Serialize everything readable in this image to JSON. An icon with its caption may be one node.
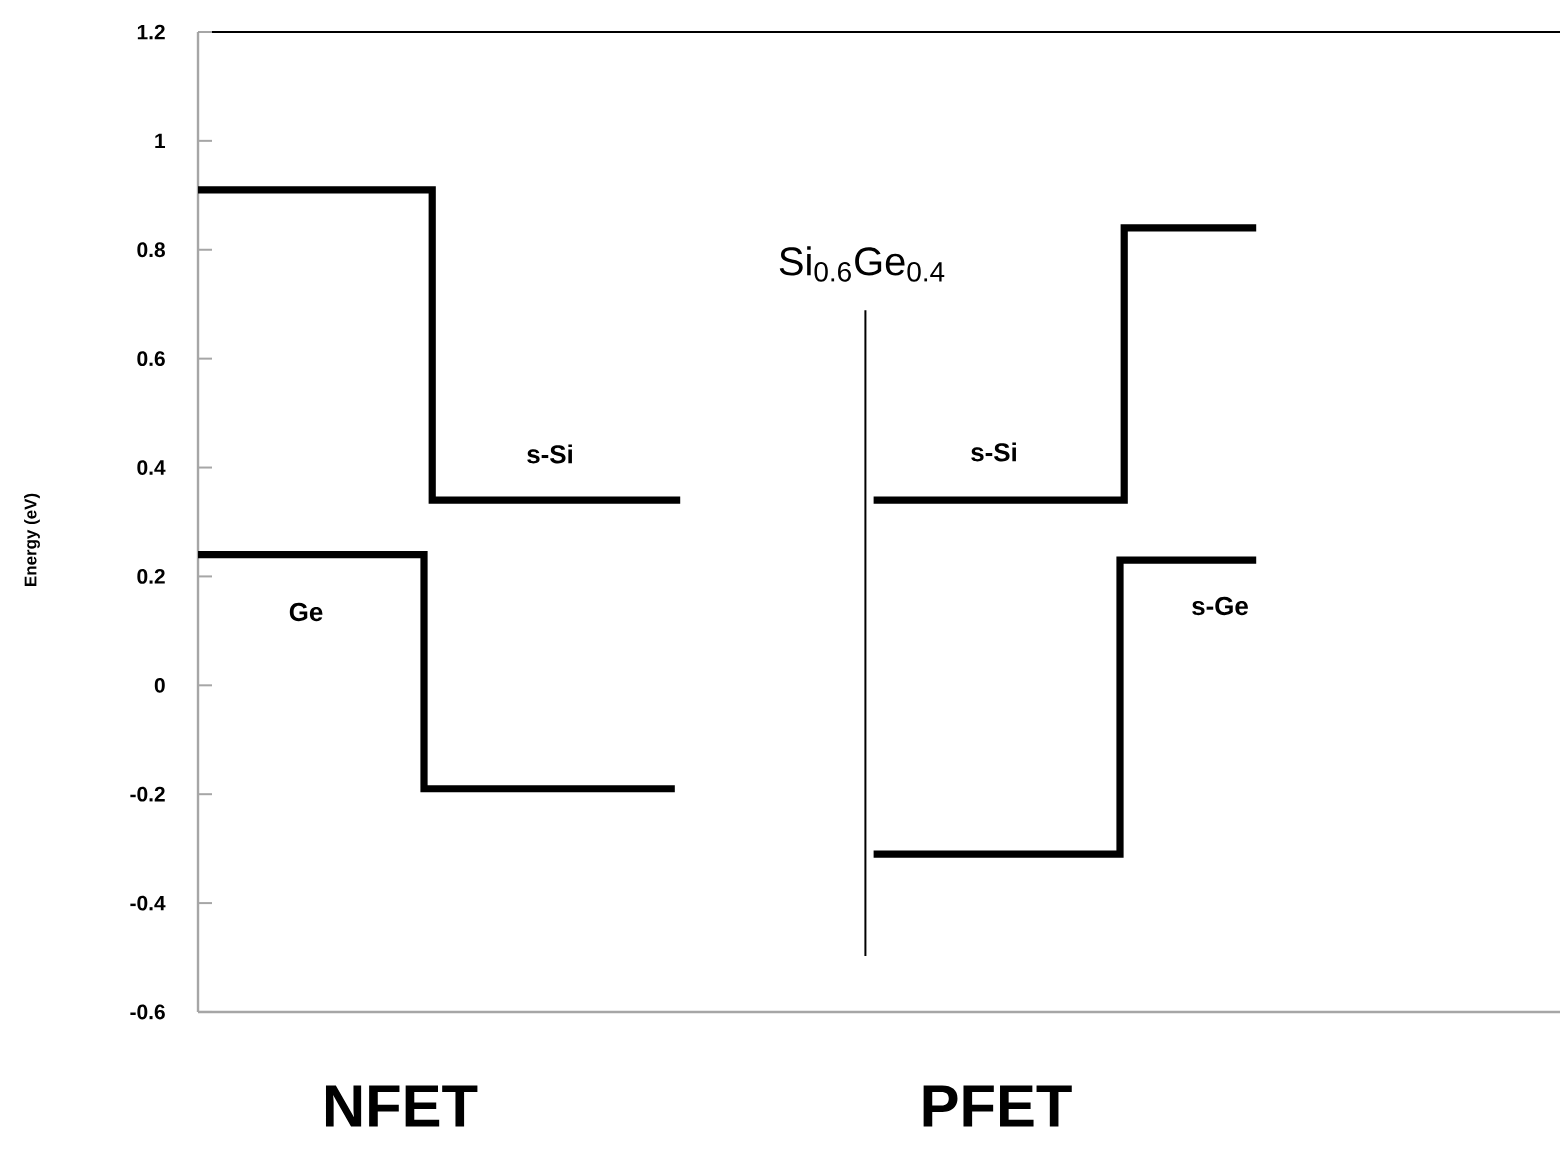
{
  "diagram": {
    "labels": [
      "1.2",
      "1",
      "0.8",
      "0.6",
      "0.4",
      "0.2",
      "0",
      "-0.2",
      "-0.4",
      "-0.6",
      "Energy (eV)",
      "Si$_{0.6}$Ge$_{0.4}$",
      "s-Si",
      "s-Si",
      "Ge",
      "s-Ge",
      "NFET",
      "PFET"
    ]
  }
}
